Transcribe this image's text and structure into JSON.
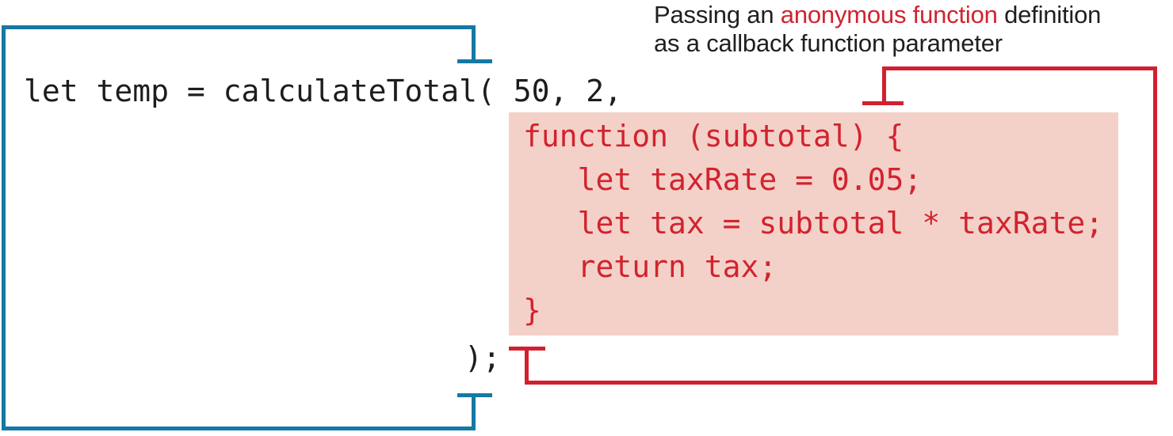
{
  "figure": {
    "annotation": {
      "line1_prefix": "Passing an ",
      "line1_highlight": "anonymous function",
      "line1_suffix": " definition",
      "line2": "as a callback function parameter"
    },
    "code": {
      "call_line": "let temp = calculateTotal( 50, 2,",
      "anonymous_function": {
        "lines": [
          "function (subtotal) {",
          "   let taxRate = 0.05;",
          "   let tax = subtotal * taxRate;",
          "   return tax;",
          "}"
        ]
      },
      "closing_line": ");"
    },
    "colors": {
      "bracket_blue": "#1578a5",
      "bracket_red": "#d2202f",
      "highlight_pink": "#f4d1c8",
      "code_red": "#d2232f",
      "text_black": "#221e1f"
    }
  }
}
